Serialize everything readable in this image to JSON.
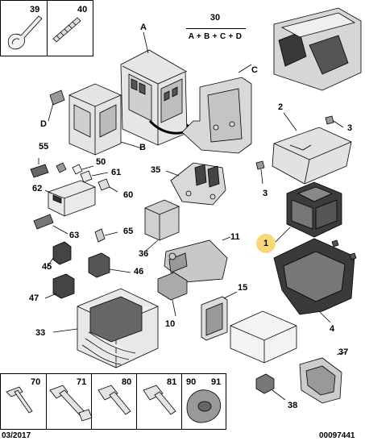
{
  "header": {
    "kit_labels": [
      "39",
      "40"
    ],
    "formula_number": "30",
    "formula": "A + B + C + D"
  },
  "callouts": {
    "A": "A",
    "B": "B",
    "C": "C",
    "D": "D",
    "n2": "2",
    "n3a": "3",
    "n3b": "3",
    "n1": "1",
    "n4": "4",
    "n55": "55",
    "n50": "50",
    "n61": "61",
    "n62": "62",
    "n60": "60",
    "n35": "35",
    "n63": "63",
    "n65": "65",
    "n36": "36",
    "n11": "11",
    "n45": "45",
    "n46": "46",
    "n47": "47",
    "n15": "15",
    "n10": "10",
    "n33": "33",
    "n37": "37",
    "n38": "38"
  },
  "hardware_box": {
    "labels": [
      "70",
      "71",
      "80",
      "81",
      "90",
      "91"
    ]
  },
  "footer": {
    "date": "03/2017",
    "ref": "00097441"
  },
  "colors": {
    "highlight": "#f7d77a",
    "line": "#000000",
    "part_fill": "#e8e8e8",
    "part_dark": "#3a3a3a"
  }
}
